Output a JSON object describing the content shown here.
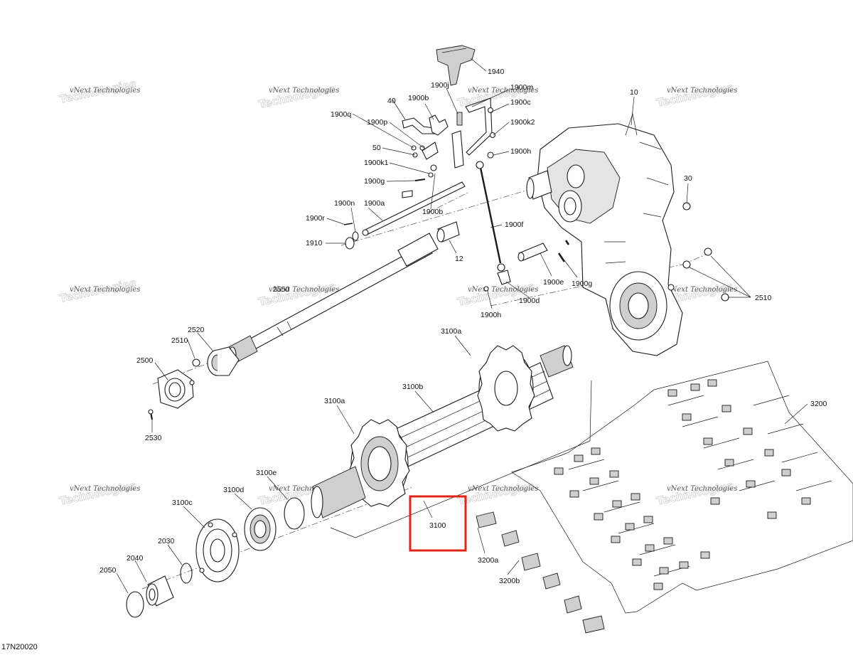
{
  "drawing": {
    "code": "17N20020",
    "watermark_small": "vNext Technologies",
    "watermark_big": "Technologies",
    "highlighted_part": "3100"
  },
  "labels": {
    "p1940": "1940",
    "p1900j": "1900j",
    "p1900m": "1900m",
    "p40": "40",
    "p1900b_top": "1900b",
    "p1900c": "1900c",
    "p1900q": "1900q",
    "p1900p": "1900p",
    "p1900k2": "1900k2",
    "p10": "10",
    "p50": "50",
    "p1900h_top": "1900h",
    "p1900k1": "1900k1",
    "p1900g_top": "1900g",
    "p30": "30",
    "p1900n": "1900n",
    "p1900a": "1900a",
    "p1900b_mid": "1900b",
    "p1900r": "1900r",
    "p1900f": "1900f",
    "p1910": "1910",
    "p12": "12",
    "p1900e": "1900e",
    "p1900g_mid": "1900g",
    "p2510_right": "2510",
    "p2550": "2550",
    "p1900d": "1900d",
    "p1900h_bot": "1900h",
    "p2520": "2520",
    "p2510_left": "2510",
    "p3100a_top": "3100a",
    "p2500": "2500",
    "p3100b": "3100b",
    "p3200": "3200",
    "p3100a_left": "3100a",
    "p2530": "2530",
    "p3100e": "3100e",
    "p3100d": "3100d",
    "p3100c": "3100c",
    "p3100": "3100",
    "p2030": "2030",
    "p2040": "2040",
    "p2050": "2050",
    "p3200a": "3200a",
    "p3200b": "3200b"
  }
}
